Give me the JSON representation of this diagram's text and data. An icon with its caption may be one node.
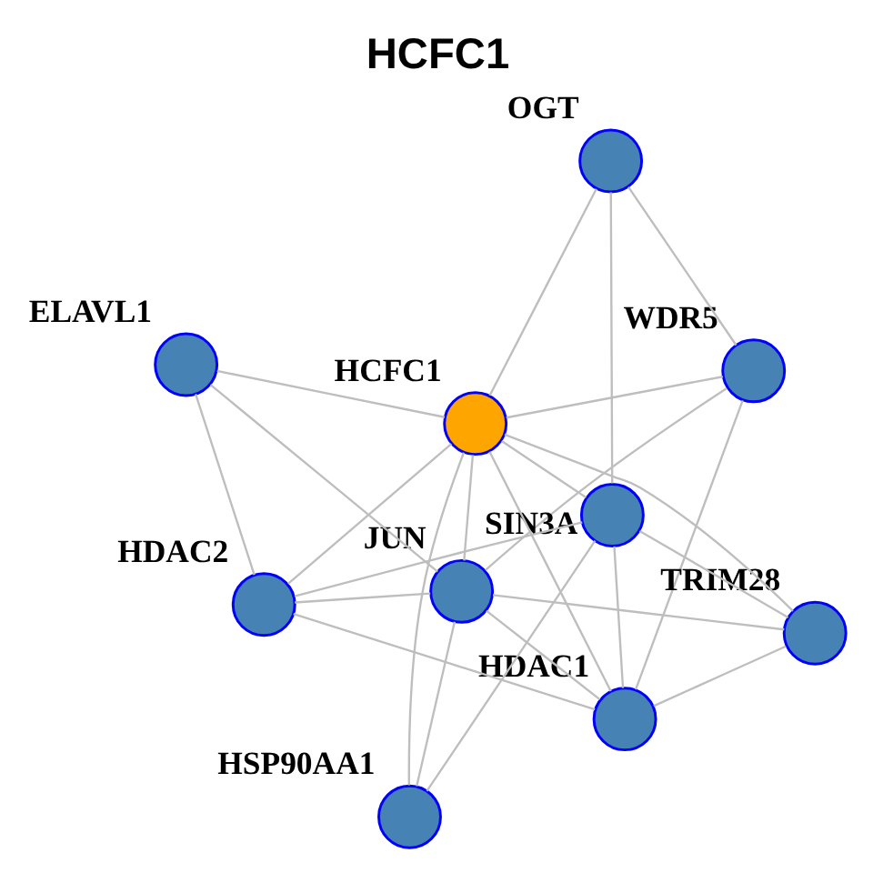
{
  "diagram": {
    "title": "HCFC1",
    "nodes": [
      {
        "text": [
          "ELAVL1"
        ]
      },
      {
        "text": [
          "WDR5"
        ]
      },
      {
        "text": [
          "HDAC2"
        ]
      },
      {
        "text": [
          "JUN"
        ]
      },
      {
        "text": [
          "HCFC1"
        ]
      },
      {
        "text": [
          "OGT"
        ]
      },
      {
        "text": [
          "HDAC1"
        ]
      },
      {
        "text": [
          "SIN3A"
        ]
      },
      {
        "text": [
          "HSP90AA1"
        ]
      },
      {
        "text": [
          "TRIM28"
        ]
      }
    ],
    "edges": [
      {
        "from": 0,
        "to": 2,
        "arrow": "none"
      },
      {
        "from": 0,
        "to": 3,
        "arrow": "none"
      },
      {
        "from": 0,
        "to": 4,
        "arrow": "none"
      },
      {
        "from": 1,
        "to": 3,
        "arrow": "none"
      },
      {
        "from": 1,
        "to": 4,
        "arrow": "none"
      },
      {
        "from": 1,
        "to": 6,
        "arrow": "none"
      },
      {
        "from": 1,
        "to": 5,
        "arrow": "none"
      },
      {
        "from": 2,
        "to": 3,
        "arrow": "none"
      },
      {
        "from": 2,
        "to": 4,
        "arrow": "none"
      },
      {
        "from": 2,
        "to": 6,
        "arrow": "none"
      },
      {
        "from": 2,
        "to": 7,
        "arrow": "none"
      },
      {
        "from": 3,
        "to": 4,
        "arrow": "none"
      },
      {
        "from": 3,
        "to": 6,
        "arrow": "none"
      },
      {
        "from": 3,
        "to": 9,
        "arrow": "none"
      },
      {
        "from": 3,
        "to": 8,
        "arrow": "none"
      },
      {
        "from": 4,
        "to": 5,
        "arrow": "none"
      },
      {
        "from": 4,
        "to": 6,
        "arrow": "none"
      },
      {
        "from": 4,
        "to": 7,
        "arrow": "none"
      },
      {
        "from": 4,
        "to": 8,
        "arrow": "none"
      },
      {
        "from": 4,
        "to": 9,
        "arrow": "none"
      },
      {
        "from": 5,
        "to": 7,
        "arrow": "none"
      },
      {
        "from": 6,
        "to": 7,
        "arrow": "none"
      },
      {
        "from": 6,
        "to": 9,
        "arrow": "none"
      },
      {
        "from": 7,
        "to": 8,
        "arrow": "none"
      },
      {
        "from": 7,
        "to": 9,
        "arrow": "none"
      }
    ]
  }
}
